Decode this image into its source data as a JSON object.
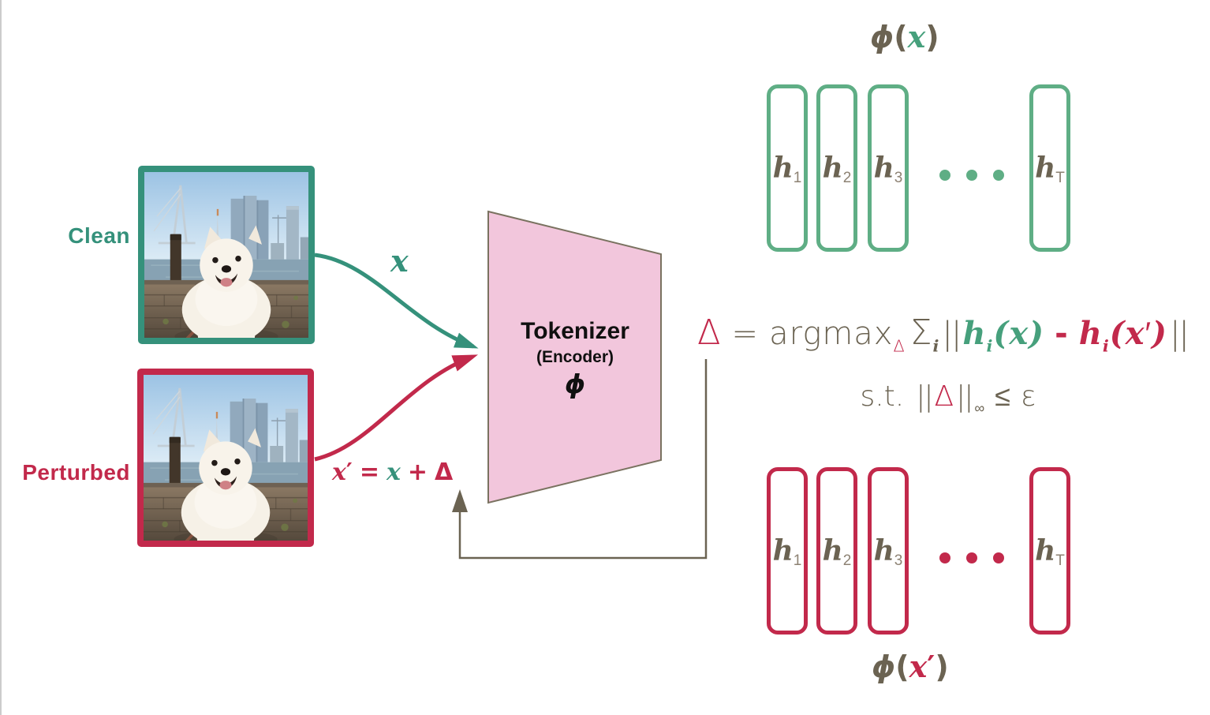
{
  "colors": {
    "teal": "#35917b",
    "tealbox": "#5fae85",
    "green": "#46a07c",
    "crimson": "#c2294b",
    "olive": "#6b6352",
    "olivesub": "#8d8273",
    "pinkfill": "#f2c6dc",
    "pinkborder": "#7a7260",
    "ink": "#101010",
    "edge": "#cccccc"
  },
  "left": {
    "clean_label": "Clean",
    "perturbed_label": "Perturbed",
    "photo": "samoyed-dog-rotterdam-photo"
  },
  "arrows": {
    "x_label": "x",
    "xprime": [
      "x",
      "′",
      "=",
      "x",
      "+",
      "Δ"
    ]
  },
  "tokenizer": {
    "title": "Tokenizer",
    "subtitle": "(Encoder)",
    "phi": "ϕ"
  },
  "formula": {
    "line1": [
      "Δ",
      "=",
      "argmax",
      "Δ",
      "Σ",
      "i",
      "||",
      "h",
      "i",
      "(",
      "x",
      ")",
      "-",
      "h",
      "i",
      "(",
      "x",
      "′",
      ")",
      "||"
    ],
    "line2": [
      "s.t.",
      "||",
      "Δ",
      "||",
      "∞",
      "≤",
      "ε"
    ]
  },
  "tokens": {
    "top_label": [
      "ϕ",
      "(",
      "x",
      ")"
    ],
    "bottom_label": [
      "ϕ",
      "(",
      "x",
      "′",
      ")"
    ],
    "top": [
      {
        "m": "h",
        "s": "1"
      },
      {
        "m": "h",
        "s": "2"
      },
      {
        "m": "h",
        "s": "3"
      },
      {
        "m": "h",
        "s": "T"
      }
    ],
    "bottom": [
      {
        "m": "h",
        "s": "1"
      },
      {
        "m": "h",
        "s": "2"
      },
      {
        "m": "h",
        "s": "3"
      },
      {
        "m": "h",
        "s": "T"
      }
    ]
  }
}
